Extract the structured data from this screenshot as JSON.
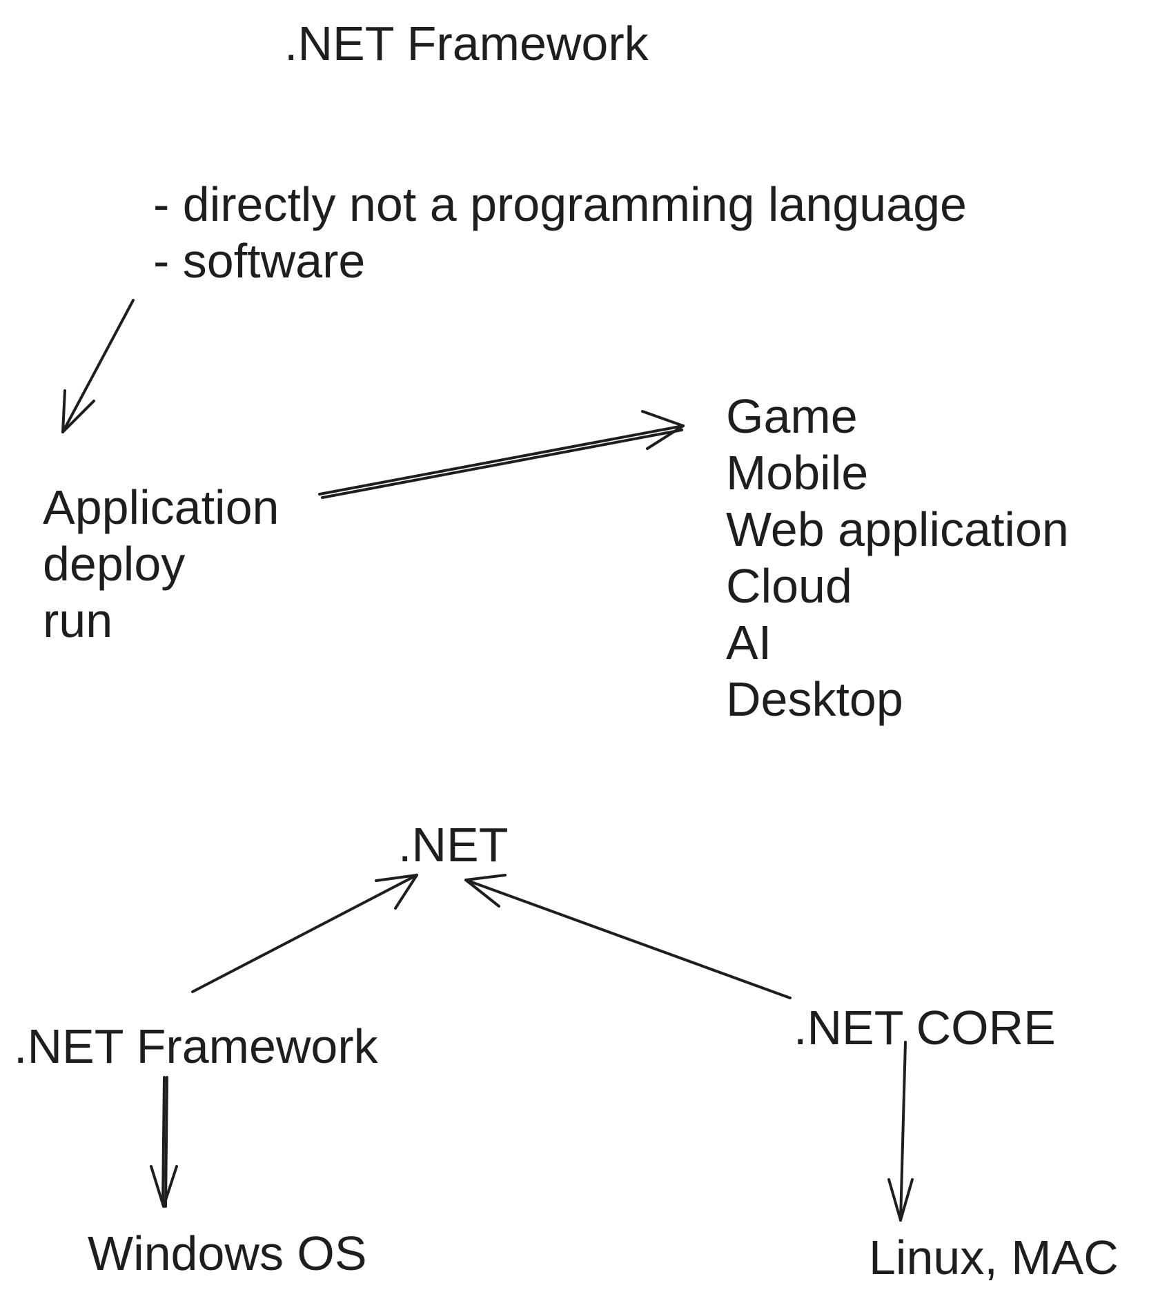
{
  "title": ".NET Framework",
  "notes": [
    "- directly not a programming language",
    "- software"
  ],
  "app_block": [
    "Application",
    "deploy",
    "run"
  ],
  "app_types": [
    "Game",
    "Mobile",
    "Web application",
    "Cloud",
    "AI",
    "Desktop"
  ],
  "root_node": ".NET",
  "framework_node": ".NET Framework",
  "core_node": ".NET CORE",
  "framework_target": "Windows OS",
  "core_target": "Linux, MAC",
  "colors": {
    "ink": "#1e1e1e",
    "background": "#ffffff"
  }
}
